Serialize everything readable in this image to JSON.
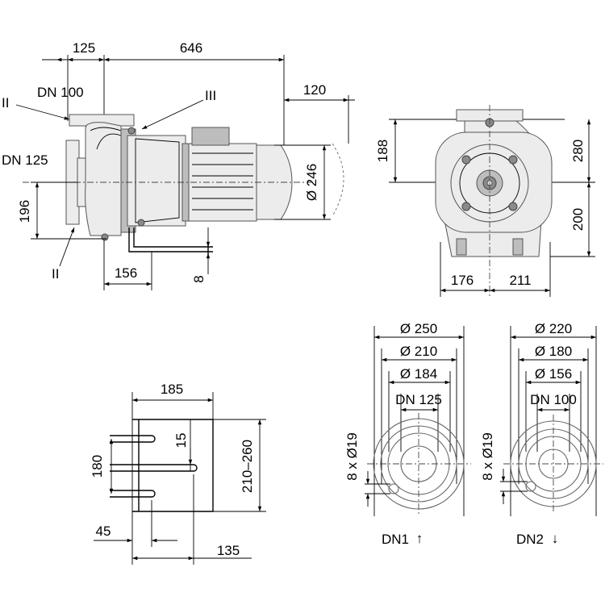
{
  "side_view": {
    "dim_inlet_offset": "125",
    "dim_length": "646",
    "dim_motor_clearance": "120",
    "label_dn_top": "DN 100",
    "label_dn_left": "DN 125",
    "label_detail_2_top": "II",
    "label_detail_2_bottom": "II",
    "label_detail_3": "III",
    "dim_motor_diameter": "Ø 246",
    "dim_axis_height": "196",
    "dim_foot": "156",
    "dim_base_thickness": "8"
  },
  "front_view": {
    "dim_188": "188",
    "dim_280": "280",
    "dim_200": "200",
    "dim_176": "176",
    "dim_211": "211"
  },
  "foot_detail": {
    "dim_185": "185",
    "dim_15": "15",
    "dim_180": "180",
    "dim_height_range": "210–260",
    "dim_45": "45",
    "dim_135": "135"
  },
  "flange_inlet": {
    "outer_diameter": "Ø 250",
    "bolt_circle": "Ø 210",
    "raised_face": "Ø 184",
    "nominal": "DN 125",
    "holes": "8 x Ø19",
    "label": "DN1",
    "arrow": "↑"
  },
  "flange_outlet": {
    "outer_diameter": "Ø 220",
    "bolt_circle": "Ø 180",
    "raised_face": "Ø 156",
    "nominal": "DN 100",
    "holes": "8 x Ø19",
    "label": "DN2",
    "arrow": "↓"
  }
}
